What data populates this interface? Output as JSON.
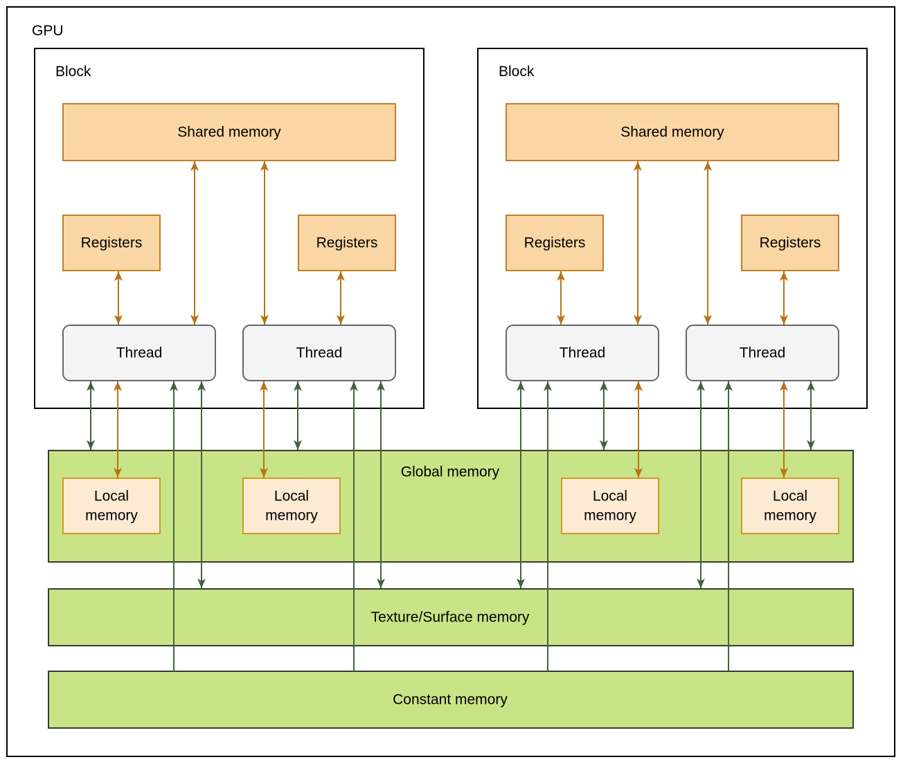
{
  "labels": {
    "gpu": "GPU",
    "block": "Block",
    "shared_memory": "Shared memory",
    "registers": "Registers",
    "thread": "Thread",
    "local_memory_line1": "Local",
    "local_memory_line2": "memory",
    "global_memory": "Global memory",
    "texture_surface_memory": "Texture/Surface memory",
    "constant_memory": "Constant memory"
  },
  "colors": {
    "background": "#ffffff",
    "outline": "#000000",
    "text": "#000000",
    "orange_fill": "#F9D6A3",
    "orange_stroke": "#C07F28",
    "orange_arrow": "#B97117",
    "local_fill": "#FCEAD3",
    "local_stroke": "#D09C1C",
    "green_fill": "#C9E387",
    "green_stroke": "#333D2E",
    "green_arrow": "#47603F",
    "thread_fill": "#F4F4F4",
    "thread_stroke": "#666666"
  }
}
